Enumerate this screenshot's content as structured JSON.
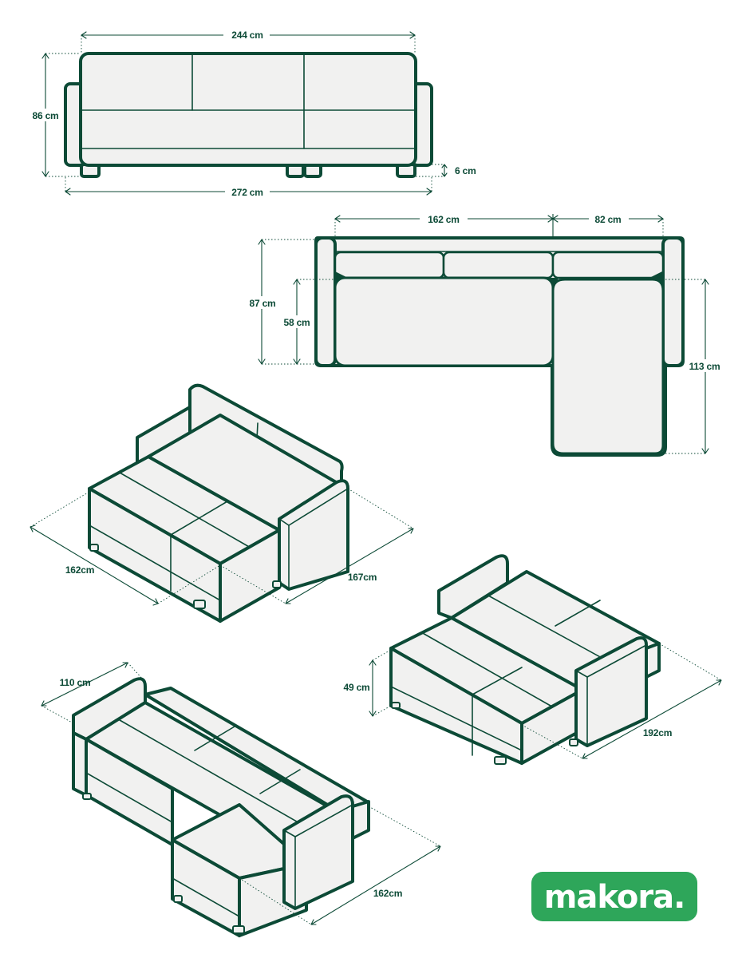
{
  "colors": {
    "outline": "#0c4a36",
    "upholstery": "#f1f1f0",
    "brand": "#2ea65a",
    "background": "#ffffff"
  },
  "front_view": {
    "width_top": "244 cm",
    "width_bottom": "272 cm",
    "height": "86 cm",
    "leg_height": "6 cm"
  },
  "corner_top_view": {
    "sofa_length": "162 cm",
    "chaise_width": "82 cm",
    "depth": "87 cm",
    "seat_depth": "58 cm",
    "chaise_length": "113 cm"
  },
  "iso_view_1": {
    "depth": "162cm",
    "width": "167cm"
  },
  "iso_view_2": {
    "seat_height": "49 cm",
    "width": "192cm"
  },
  "iso_view_3": {
    "depth": "110 cm",
    "length": "162cm"
  },
  "logo": {
    "text": "makora."
  }
}
